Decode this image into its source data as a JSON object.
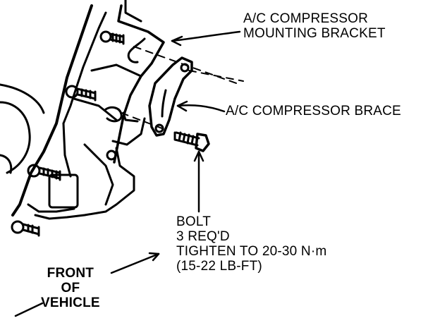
{
  "labels": {
    "bracket_line1": "A/C COMPRESSOR",
    "bracket_line2": "MOUNTING BRACKET",
    "brace": "A/C COMPRESSOR BRACE",
    "bolt_line1": "BOLT",
    "bolt_line2": "3 REQ'D",
    "bolt_line3": "TIGHTEN TO 20-30 N·m",
    "bolt_line4": "(15-22 LB-FT)",
    "front_line1": "FRONT",
    "front_line2": "OF",
    "front_line3": "VEHICLE"
  },
  "colors": {
    "ink": "#000000",
    "paper": "#ffffff"
  }
}
